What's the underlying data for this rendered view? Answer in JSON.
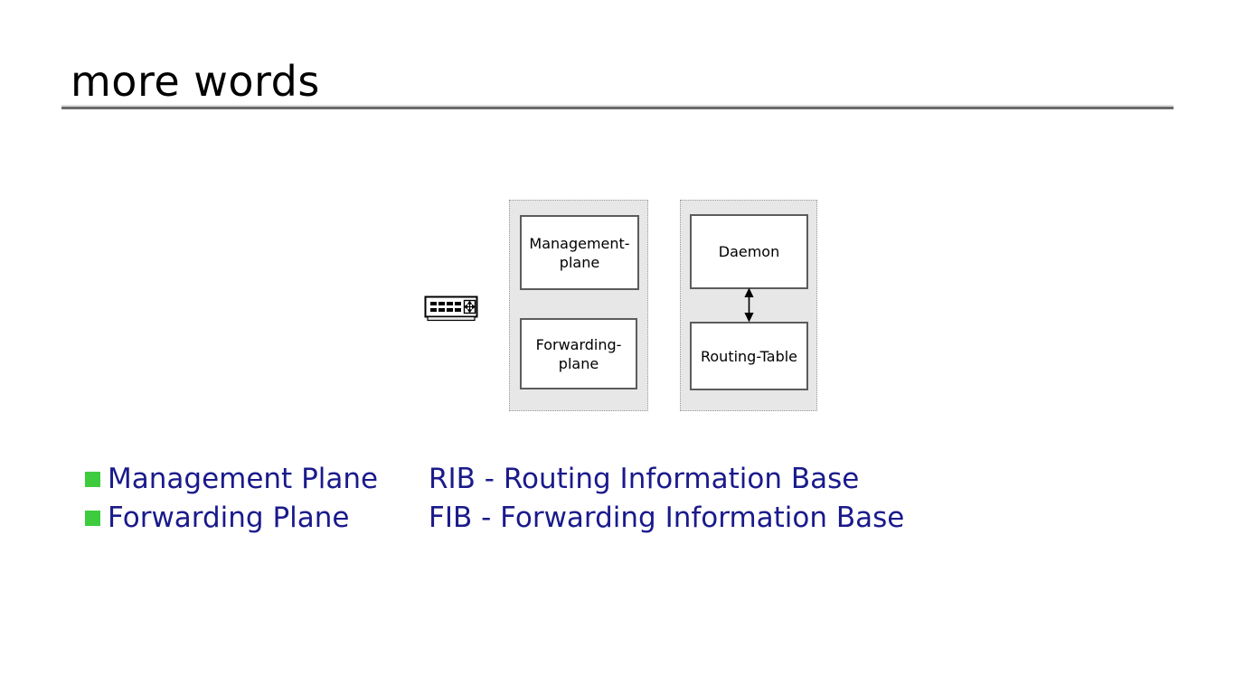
{
  "slide": {
    "title": "more words",
    "background_color": "#ffffff",
    "rule_color": "#6b6b6b"
  },
  "diagram": {
    "device_icon": {
      "name": "network-switch-icon",
      "port_count": 8
    },
    "groups": [
      {
        "id": "device",
        "label": "",
        "fill_color": "#e7e7e7",
        "boxes": [
          {
            "id": "management-plane",
            "label": "Management-plane"
          },
          {
            "id": "forwarding-plane",
            "label": "Forwarding-plane"
          }
        ]
      },
      {
        "id": "software",
        "label": "",
        "fill_color": "#e7e7e7",
        "boxes": [
          {
            "id": "daemon",
            "label": "Daemon"
          },
          {
            "id": "routing-table",
            "label": "Routing-Table"
          }
        ]
      }
    ],
    "connector": {
      "id": "daemon-routing-table",
      "style": "double-headed-vertical-arrow",
      "color": "#000000"
    }
  },
  "legend": {
    "bullet_color": "#3ecc3e",
    "text_color": "#1a1a8c",
    "planes": [
      {
        "label": "Management Plane"
      },
      {
        "label": "Forwarding Plane"
      }
    ],
    "acronyms": [
      {
        "label": "RIB - Routing Information Base"
      },
      {
        "label": "FIB - Forwarding Information Base"
      }
    ]
  }
}
